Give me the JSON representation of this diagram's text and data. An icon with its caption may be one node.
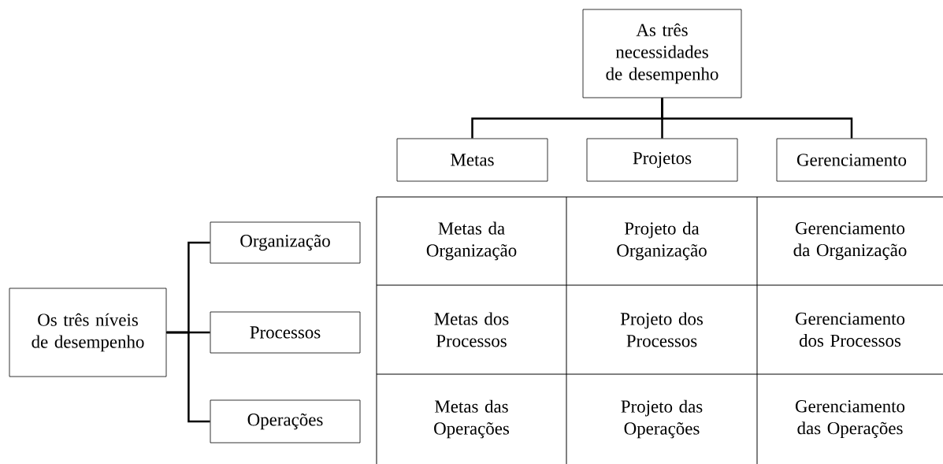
{
  "diagram": {
    "nodes": [
      {
        "text": [
          "As três necessidades de desempenho"
        ]
      },
      {
        "text": [
          "Metas"
        ]
      },
      {
        "text": [
          "Projetos"
        ]
      },
      {
        "text": [
          "Gerenciamento"
        ]
      },
      {
        "text": [
          "Os três níveis de desempenho"
        ]
      },
      {
        "text": [
          "Organização"
        ]
      },
      {
        "text": [
          "Processos"
        ]
      },
      {
        "text": [
          "Operações"
        ]
      },
      {
        "text": [
          "Metas da Organização"
        ]
      },
      {
        "text": [
          "Projeto da Organização"
        ]
      },
      {
        "text": [
          "Gerenciamento da Organização"
        ]
      },
      {
        "text": [
          "Metas dos Processos"
        ]
      },
      {
        "text": [
          "Projeto dos Processos"
        ]
      },
      {
        "text": [
          "Gerenciamento dos Processos"
        ]
      },
      {
        "text": [
          "Metas das Operações"
        ]
      },
      {
        "text": [
          "Projeto das Operações"
        ]
      },
      {
        "text": [
          "Gerenciamento das Operações"
        ]
      }
    ],
    "edges": [
      {
        "from": 0,
        "to": 1,
        "arrow": "none"
      },
      {
        "from": 0,
        "to": 2,
        "arrow": "none"
      },
      {
        "from": 0,
        "to": 3,
        "arrow": "none"
      },
      {
        "from": 4,
        "to": 5,
        "arrow": "none"
      },
      {
        "from": 4,
        "to": 6,
        "arrow": "none"
      },
      {
        "from": 4,
        "to": 7,
        "arrow": "none"
      }
    ]
  }
}
